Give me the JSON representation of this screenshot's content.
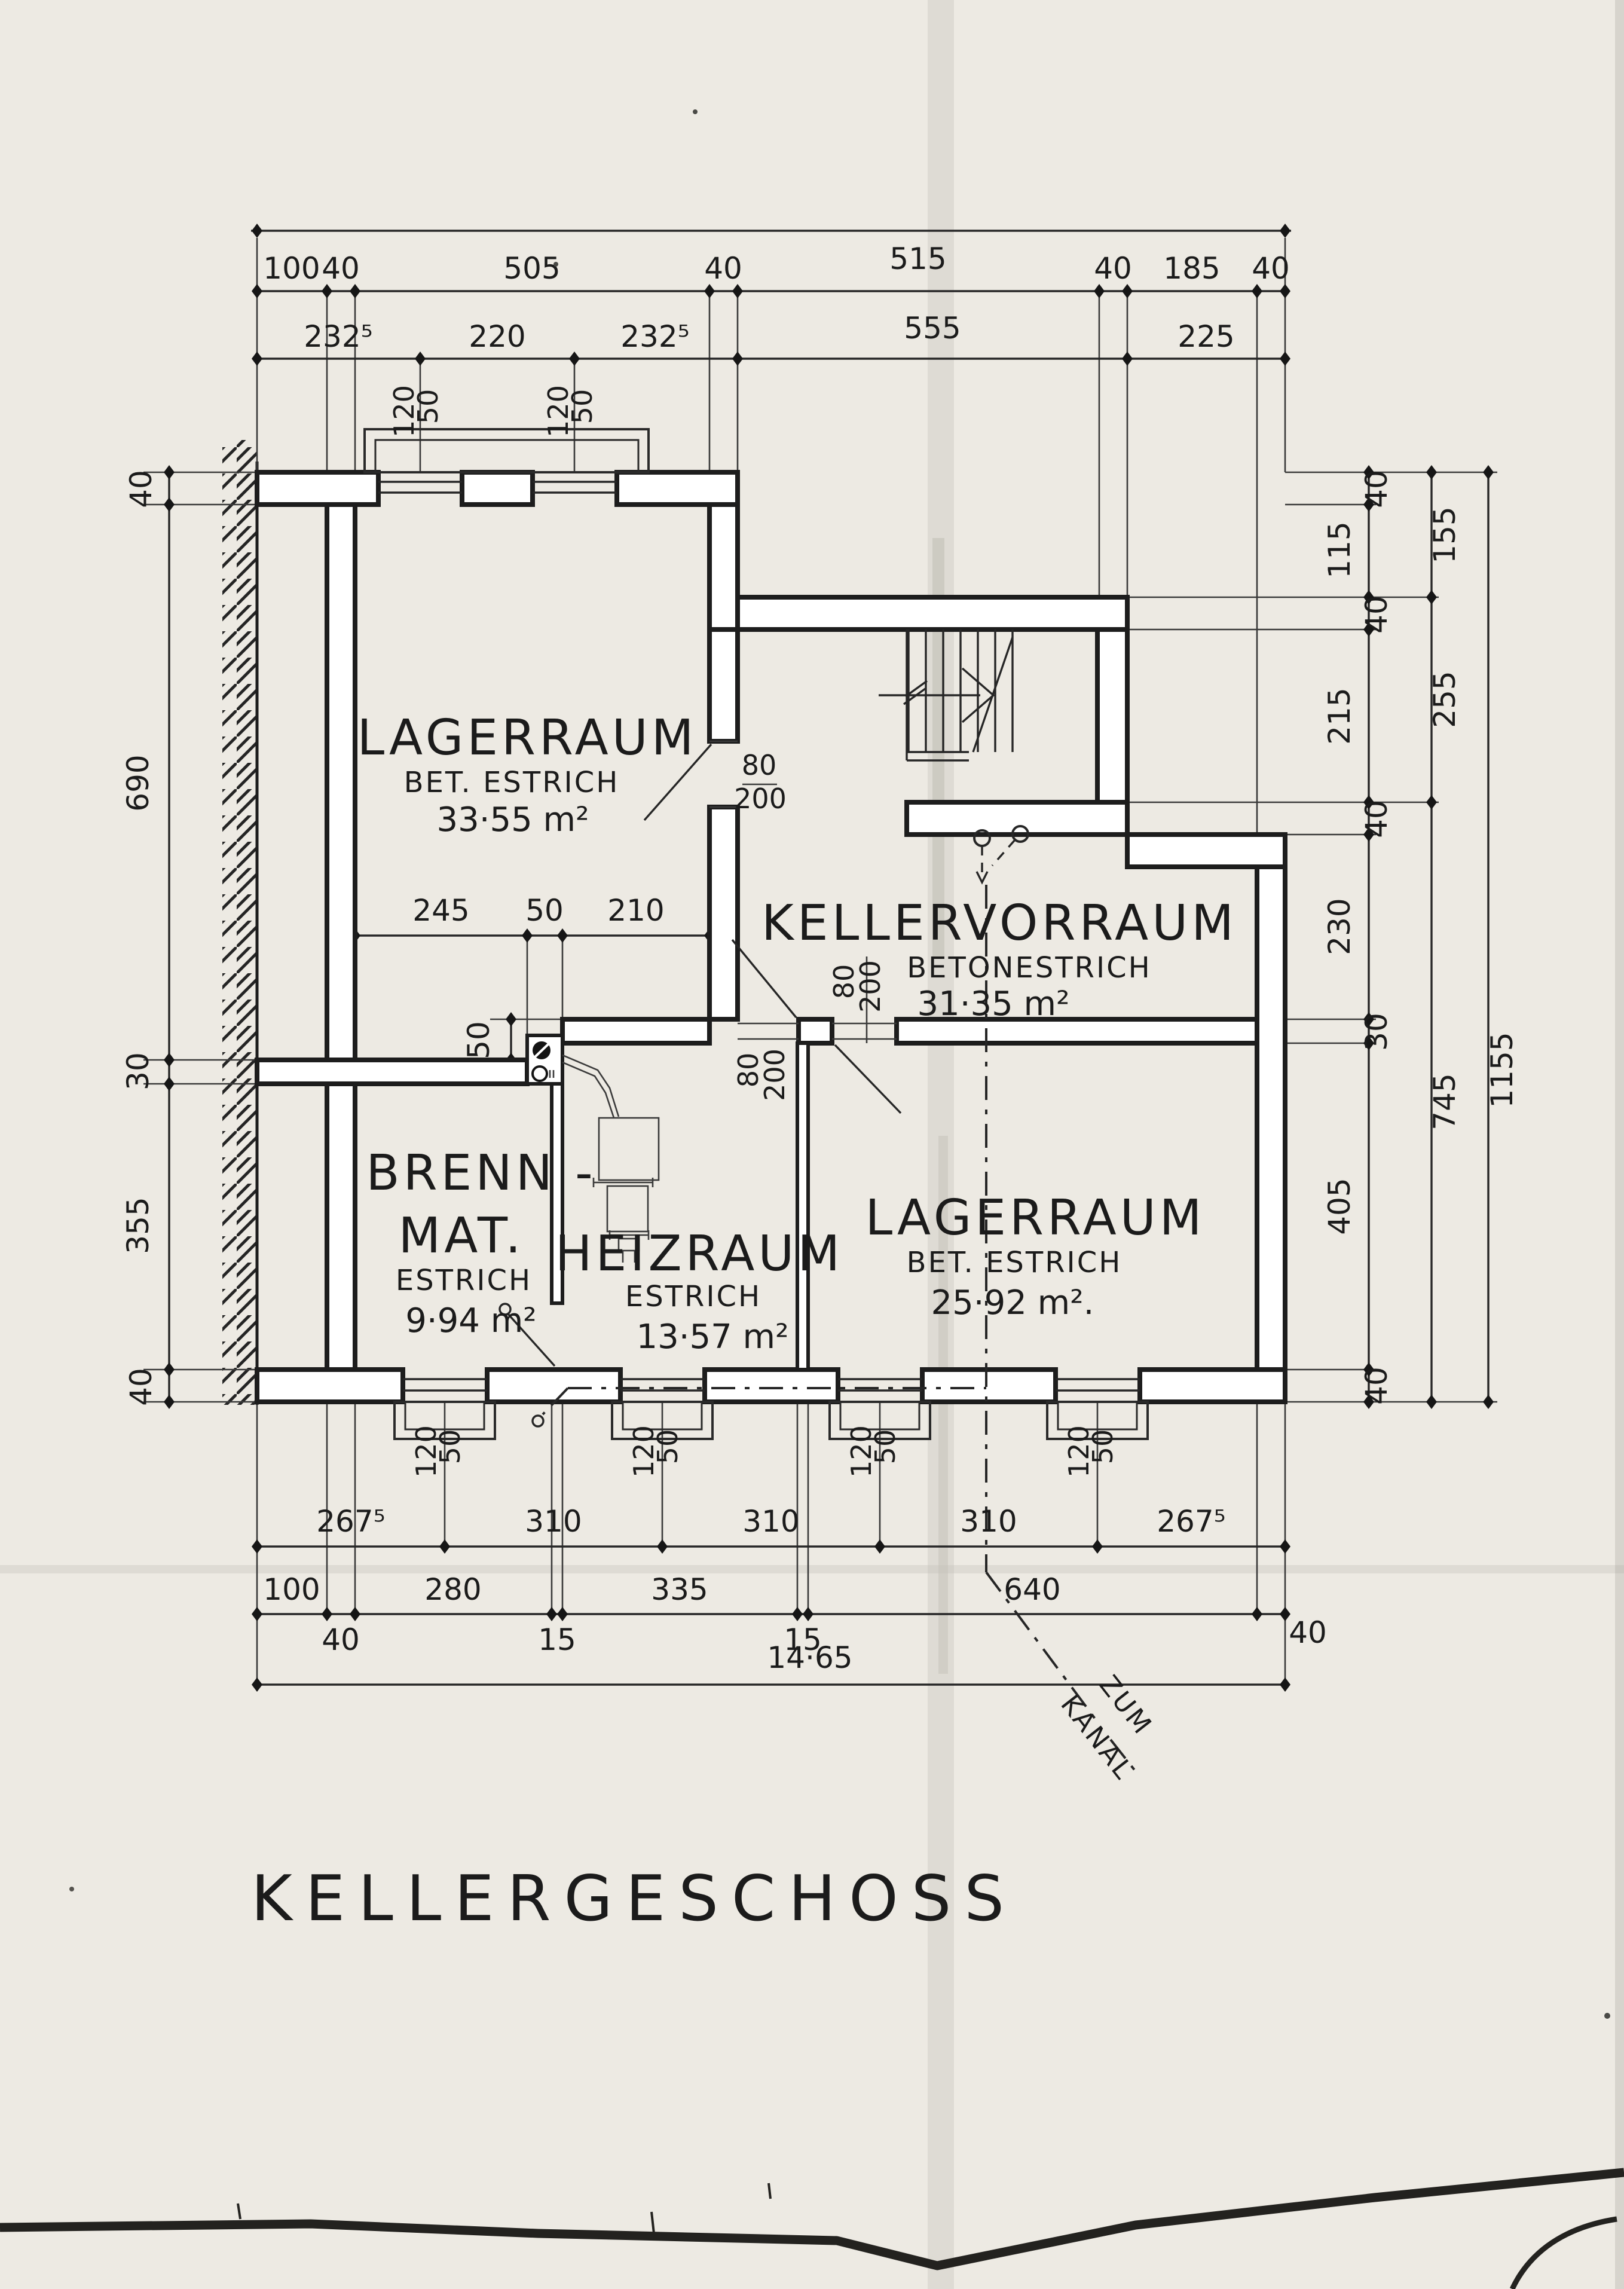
{
  "title": "KELLERGESCHOSS",
  "rooms": {
    "lagerraum1": {
      "name": "LAGERRAUM",
      "floor": "BET. ESTRICH",
      "area": "33·55 m²"
    },
    "kellervorraum": {
      "name": "KELLERVORRAUM",
      "floor": "BETONESTRICH",
      "area": "31·35 m²"
    },
    "brennmat": {
      "name_line1": "BRENN -",
      "name_line2": "MAT.",
      "floor": "ESTRICH",
      "area": "9·94 m²"
    },
    "heizraum": {
      "name": "HEIZRAUM",
      "floor": "ESTRICH",
      "area": "13·57 m²"
    },
    "lagerraum2": {
      "name": "LAGERRAUM",
      "floor": "BET. ESTRICH",
      "area": "25·92 m²."
    }
  },
  "dims": {
    "top1": [
      "100",
      "40",
      "505",
      "40",
      "515",
      "40",
      "185",
      "40"
    ],
    "top2": [
      "232⁵",
      "220",
      "232⁵",
      "555",
      "225"
    ],
    "left": [
      "40",
      "690",
      "30",
      "355",
      "40"
    ],
    "right1": [
      "40",
      "115",
      "40",
      "215",
      "40",
      "230",
      "30",
      "405",
      "40"
    ],
    "right2": [
      "155",
      "255",
      "745"
    ],
    "right_total": "1155",
    "bottom1": [
      "267⁵",
      "310",
      "310",
      "310",
      "267⁵"
    ],
    "bottom2_above": [
      "100",
      "280",
      "335",
      "640"
    ],
    "bottom2_below": [
      "40",
      "15",
      "15",
      "40"
    ],
    "bottom_total": "14·65",
    "interior": [
      "245",
      "50",
      "210"
    ],
    "chimney_offset": "50",
    "window": {
      "w": "120",
      "h": "50"
    },
    "door": {
      "w": "80",
      "h": "200"
    }
  },
  "annotations": {
    "kanal_line1": "ZUM",
    "kanal_line2": "KANAL"
  }
}
